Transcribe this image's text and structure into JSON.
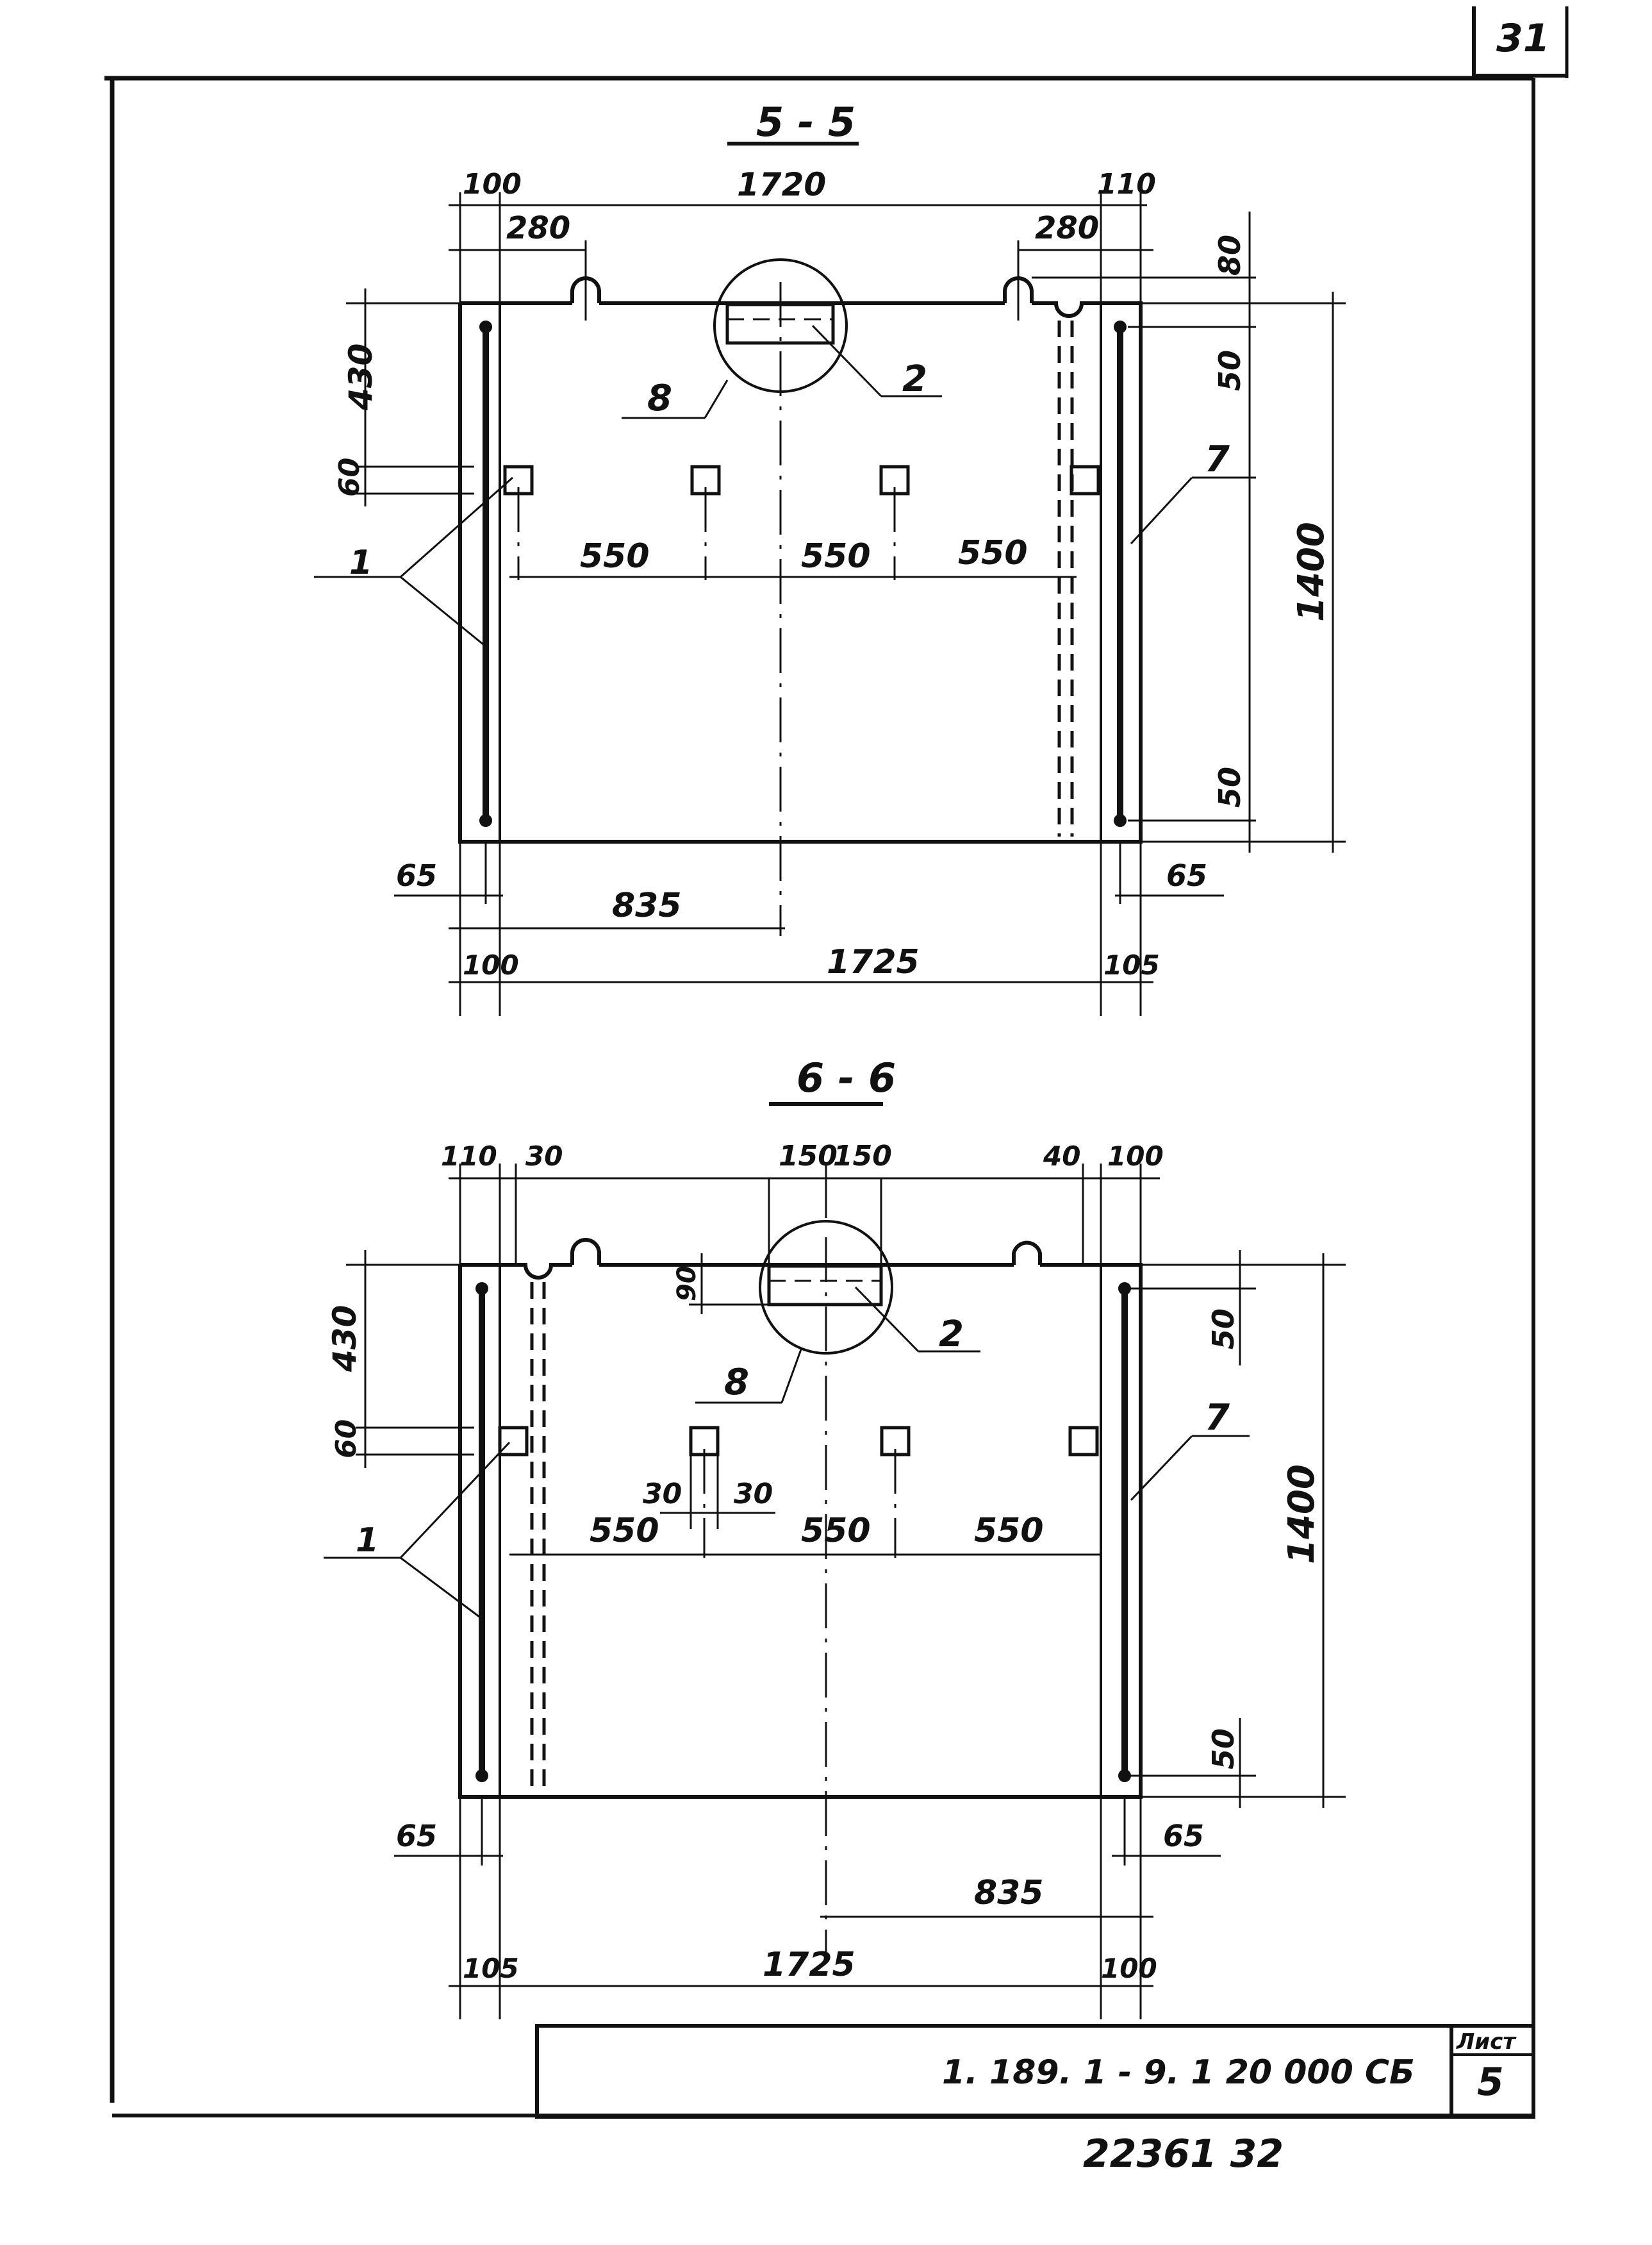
{
  "sheet_number_top": "31",
  "stamp": {
    "designation": "1. 189. 1 - 9. 1   20 000 СБ",
    "sheet_label": "Лист",
    "sheet_value": "5",
    "inventory": "22361   32"
  },
  "sections": [
    {
      "title": "5 - 5",
      "dims": {
        "top_left": "100",
        "top_span": "1720",
        "top_right": "110",
        "left_loop": "280",
        "right_loop": "280",
        "v_430": "430",
        "v_60": "60",
        "v_80": "80",
        "v_50_top": "50",
        "v_1400": "1400",
        "v_50_bottom": "50",
        "h_550_a": "550",
        "h_550_b": "550",
        "h_550_c": "550",
        "b_65_left": "65",
        "b_65_right": "65",
        "b_835": "835",
        "b_left": "100",
        "b_span": "1725",
        "b_right": "105"
      },
      "callouts": {
        "c1": "1",
        "c2": "2",
        "c7": "7",
        "c8": "8"
      }
    },
    {
      "title": "6 - 6",
      "dims": {
        "top_110": "110",
        "top_30": "30",
        "top_150_a": "150",
        "top_150_b": "150",
        "top_40": "40",
        "top_100": "100",
        "v_430": "430",
        "v_60": "60",
        "v_90": "90",
        "v_50_top": "50",
        "v_1400": "1400",
        "v_50_bottom": "50",
        "h_30_a": "30",
        "h_30_b": "30",
        "h_550_a": "550",
        "h_550_b": "550",
        "h_550_c": "550",
        "b_65_left": "65",
        "b_65_right": "65",
        "b_835": "835",
        "b_left": "105",
        "b_span": "1725",
        "b_right": "100"
      },
      "callouts": {
        "c1": "1",
        "c2": "2",
        "c7": "7",
        "c8": "8"
      }
    }
  ]
}
